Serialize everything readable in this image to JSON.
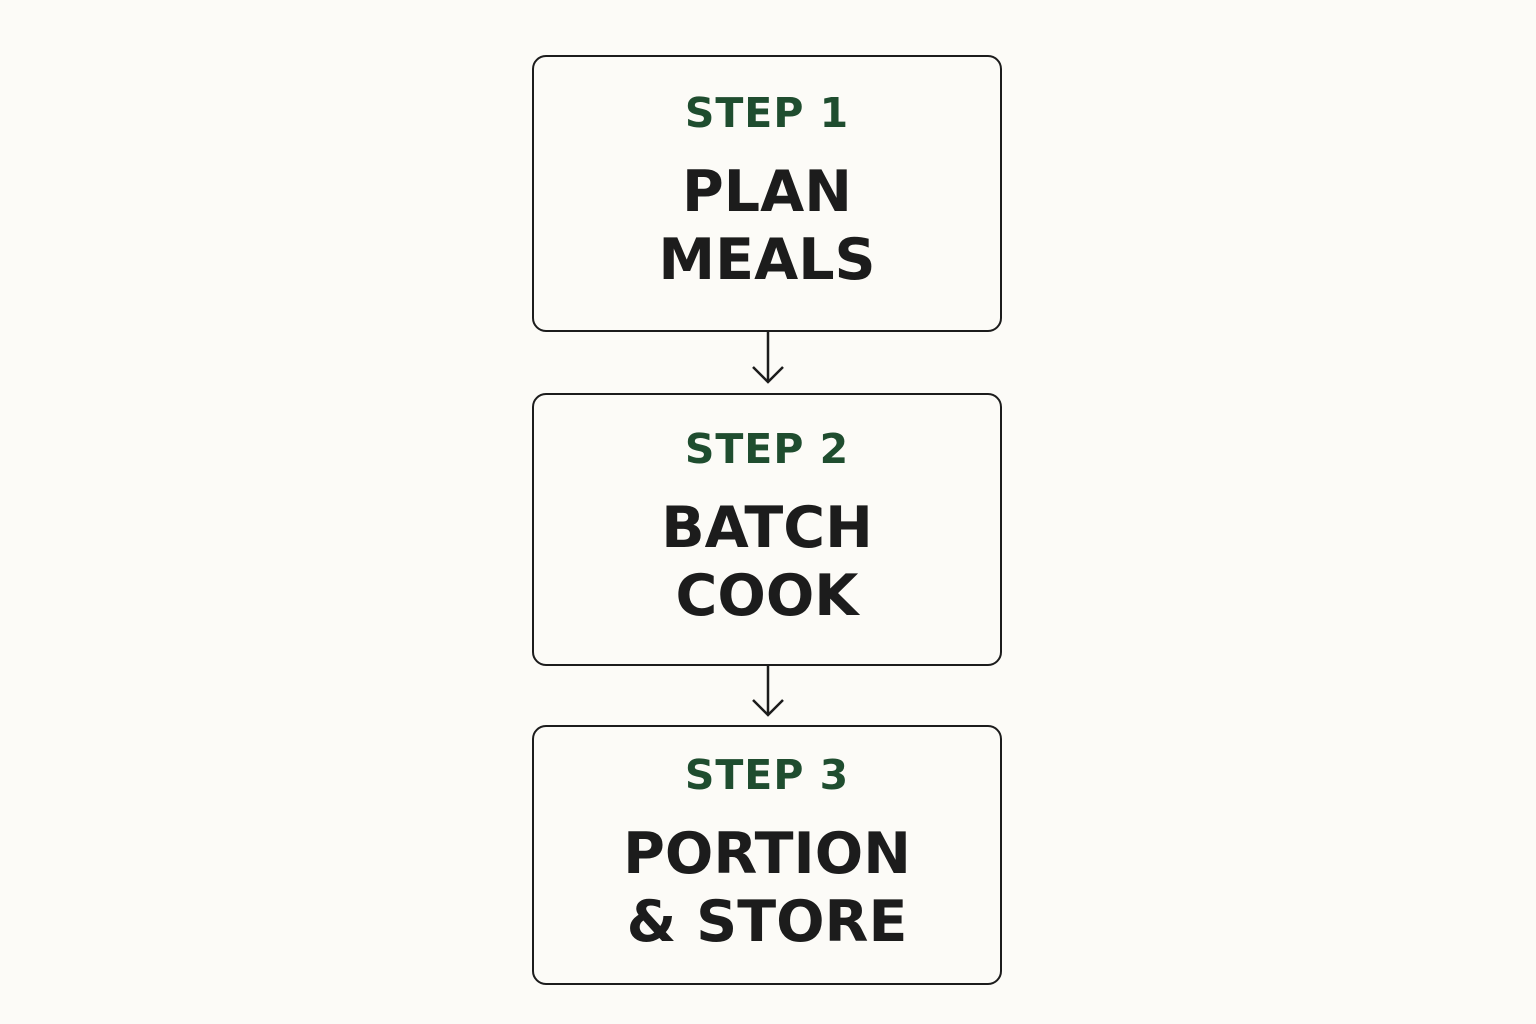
{
  "colors": {
    "background": "#fcfbf7",
    "step_label": "#1f4d2f",
    "text": "#1c1c1c",
    "border": "#1c1c1c"
  },
  "steps": [
    {
      "label": "STEP 1",
      "title_lines": [
        "PLAN",
        "MEALS"
      ]
    },
    {
      "label": "STEP 2",
      "title_lines": [
        "BATCH",
        "COOK"
      ]
    },
    {
      "label": "STEP 3",
      "title_lines": [
        "PORTION",
        "& STORE"
      ]
    }
  ],
  "connectors": [
    {
      "from": "STEP 1",
      "to": "STEP 2",
      "icon": "arrow-down-icon"
    },
    {
      "from": "STEP 2",
      "to": "STEP 3",
      "icon": "arrow-down-icon"
    }
  ]
}
